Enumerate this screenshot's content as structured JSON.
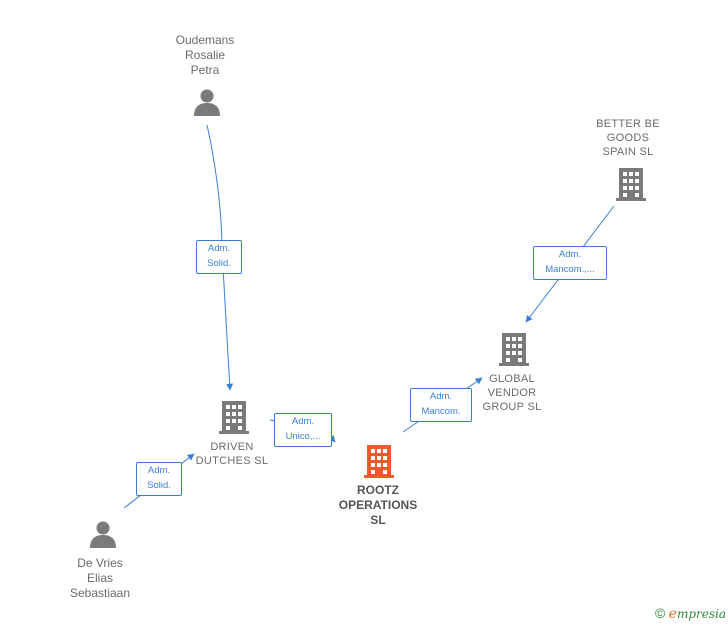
{
  "nodes": {
    "oudemans": {
      "lines": [
        "Oudemans",
        "Rosalie",
        "Petra"
      ],
      "type": "person"
    },
    "better_be": {
      "lines": [
        "BETTER BE",
        "GOODS",
        "SPAIN  SL"
      ],
      "type": "company"
    },
    "global_vendor": {
      "lines": [
        "GLOBAL",
        "VENDOR",
        "GROUP  SL"
      ],
      "type": "company"
    },
    "driven_dutches": {
      "lines": [
        "DRIVEN",
        "DUTCHES  SL"
      ],
      "type": "company"
    },
    "rootz": {
      "lines": [
        "ROOTZ",
        "OPERATIONS",
        "SL"
      ],
      "type": "company-focus"
    },
    "de_vries": {
      "lines": [
        "De Vries",
        "Elias",
        "Sebastiaan"
      ],
      "type": "person"
    }
  },
  "edges": [
    {
      "id": "oudemans-driven",
      "lines": [
        "Adm.",
        "Solid."
      ]
    },
    {
      "id": "better-global",
      "lines": [
        "Adm.",
        "Mancom.,..."
      ]
    },
    {
      "id": "driven-rootz",
      "lines": [
        "Adm.",
        "Unico,..."
      ]
    },
    {
      "id": "rootz-global",
      "lines": [
        "Adm.",
        "Mancom."
      ]
    },
    {
      "id": "devries-driven",
      "lines": [
        "Adm.",
        "Solid."
      ]
    }
  ],
  "colors": {
    "edge": "#3a7fd5",
    "node_icon": "#7a7a7a",
    "focus_icon": "#ef5a2a",
    "brand_green": "#2e8b3c",
    "brand_orange": "#e0701a"
  },
  "brand": {
    "copyright": "©",
    "e": "e",
    "rest": "mpresia"
  }
}
